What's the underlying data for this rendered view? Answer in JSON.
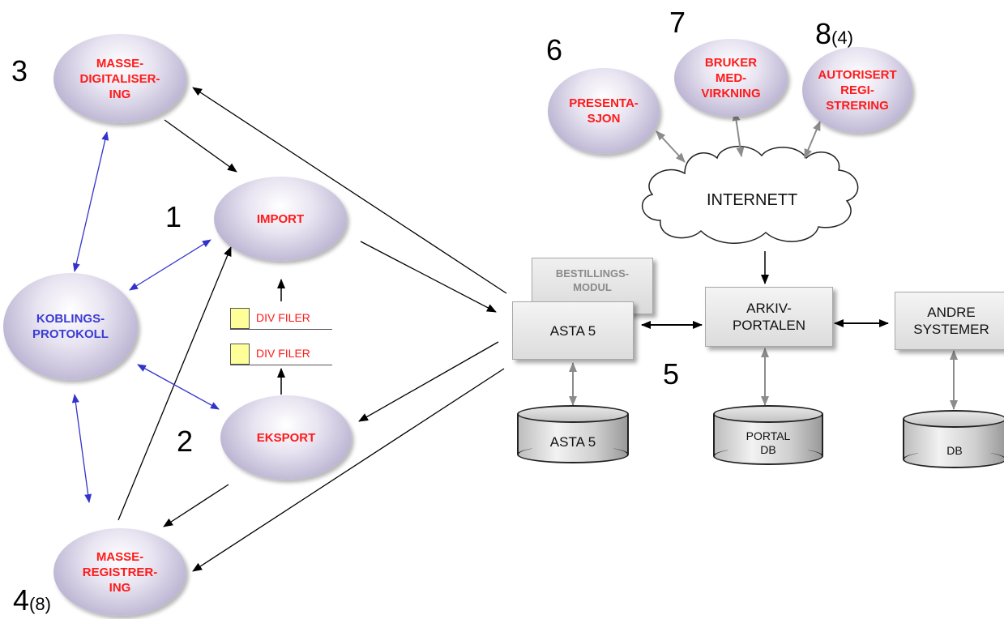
{
  "nodes": {
    "masse_digitalisering": "MASSE-\nDIGITALISER-\nING",
    "import": "IMPORT",
    "koblings_protokoll": "KOBLINGS-\nPROTOKOLL",
    "eksport": "EKSPORT",
    "masse_registrering": "MASSE-\nREGISTRER-\nING",
    "presentasjon": "PRESENTA-\nSJON",
    "bruker_medvirkning": "BRUKER\nMED-\nVIRKNING",
    "autorisert_registrering": "AUTORISERT\nREGI-\nSTRERING",
    "internett": "INTERNETT",
    "bestillingsmodul": "BESTILLINGS-\nMODUL",
    "asta5": "ASTA 5",
    "arkivportalen": "ARKIV-\nPORTALEN",
    "andre_systemer": "ANDRE\nSYSTEMER",
    "db_asta5": "ASTA 5",
    "db_portal": "PORTAL\nDB",
    "db_other": "DB",
    "file1": "DIV FILER",
    "file2": "DIV FILER"
  },
  "numbers": {
    "n1": "1",
    "n2": "2",
    "n3": "3",
    "n4": "4",
    "n4_sub": "(8)",
    "n5": "5",
    "n6": "6",
    "n7": "7",
    "n8": "8",
    "n8_sub": "(4)"
  },
  "colors": {
    "label_red": "#ff1a1a",
    "label_blue": "#3b3bd4",
    "link_blue": "#3333cc",
    "link_gray": "#8c8c8c",
    "link_black": "#000000"
  }
}
